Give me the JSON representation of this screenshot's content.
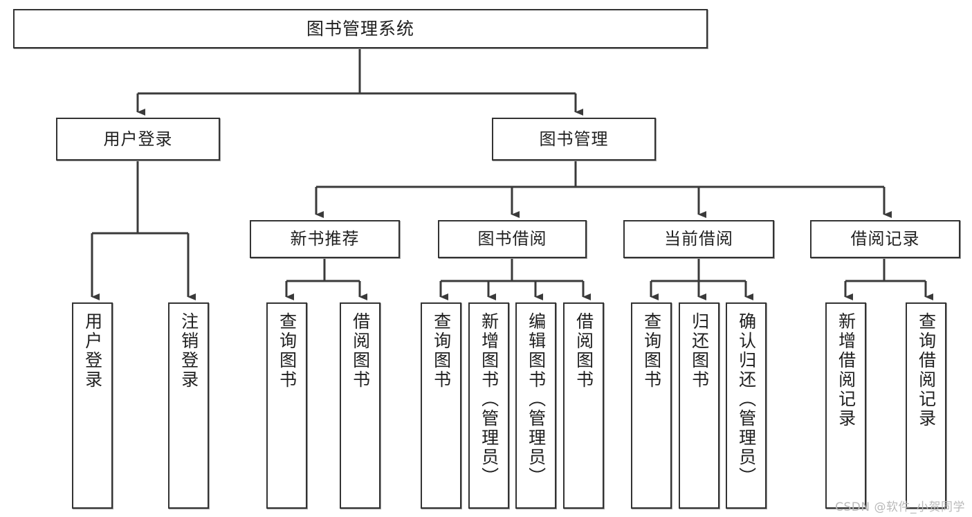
{
  "diagram": {
    "title": "图书管理系统",
    "watermark": "CSDN @软件_小贺同学",
    "type": "tree-hierarchy",
    "colors": {
      "box_border": "#333333",
      "box_fill": "#ffffff",
      "connector": "#3a3a3a",
      "watermark": "#b9b9b9",
      "background": "#ffffff"
    },
    "nodes": {
      "root": {
        "label": "图书管理系统"
      },
      "level2": [
        {
          "id": "user-login",
          "label": "用户登录"
        },
        {
          "id": "book-management",
          "label": "图书管理"
        }
      ],
      "level3": [
        {
          "id": "new-book-recommend",
          "label": "新书推荐"
        },
        {
          "id": "book-borrow",
          "label": "图书借阅"
        },
        {
          "id": "current-borrow",
          "label": "当前借阅"
        },
        {
          "id": "borrow-record",
          "label": "借阅记录"
        }
      ],
      "leaves": {
        "user_login": [
          {
            "id": "leaf-user-login",
            "label": "用户登录"
          },
          {
            "id": "leaf-logout-login",
            "label": "注销登录"
          }
        ],
        "new_book_recommend": [
          {
            "id": "leaf-query-book-1",
            "label": "查询图书"
          },
          {
            "id": "leaf-borrow-book-1",
            "label": "借阅图书"
          }
        ],
        "book_borrow": [
          {
            "id": "leaf-query-book-2",
            "label": "查询图书"
          },
          {
            "id": "leaf-add-book",
            "label": "新增图书（管理员）"
          },
          {
            "id": "leaf-edit-book",
            "label": "编辑图书（管理员）"
          },
          {
            "id": "leaf-borrow-book-2",
            "label": "借阅图书"
          }
        ],
        "current_borrow": [
          {
            "id": "leaf-query-book-3",
            "label": "查询图书"
          },
          {
            "id": "leaf-return-book",
            "label": "归还图书"
          },
          {
            "id": "leaf-confirm-return",
            "label": "确认归还（管理员）"
          }
        ],
        "borrow_record": [
          {
            "id": "leaf-add-record",
            "label": "新增借阅记录"
          },
          {
            "id": "leaf-query-record",
            "label": "查询借阅记录"
          }
        ]
      }
    },
    "edges": [
      {
        "from": "图书管理系统",
        "to": "用户登录"
      },
      {
        "from": "图书管理系统",
        "to": "图书管理"
      },
      {
        "from": "用户登录",
        "to": "用户登录"
      },
      {
        "from": "用户登录",
        "to": "注销登录"
      },
      {
        "from": "图书管理",
        "to": "新书推荐"
      },
      {
        "from": "图书管理",
        "to": "图书借阅"
      },
      {
        "from": "图书管理",
        "to": "当前借阅"
      },
      {
        "from": "图书管理",
        "to": "借阅记录"
      },
      {
        "from": "新书推荐",
        "to": "查询图书"
      },
      {
        "from": "新书推荐",
        "to": "借阅图书"
      },
      {
        "from": "图书借阅",
        "to": "查询图书"
      },
      {
        "from": "图书借阅",
        "to": "新增图书（管理员）"
      },
      {
        "from": "图书借阅",
        "to": "编辑图书（管理员）"
      },
      {
        "from": "图书借阅",
        "to": "借阅图书"
      },
      {
        "from": "当前借阅",
        "to": "查询图书"
      },
      {
        "from": "当前借阅",
        "to": "归还图书"
      },
      {
        "from": "当前借阅",
        "to": "确认归还（管理员）"
      },
      {
        "from": "借阅记录",
        "to": "新增借阅记录"
      },
      {
        "from": "借阅记录",
        "to": "查询借阅记录"
      }
    ]
  }
}
